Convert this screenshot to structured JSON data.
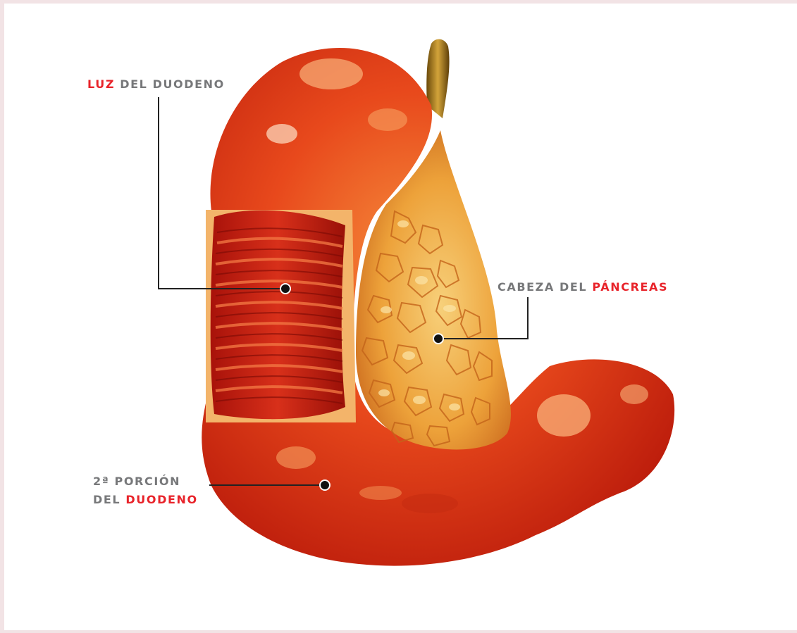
{
  "labels": {
    "luz": {
      "highlight": "LUZ",
      "rest": " DEL DUODENO"
    },
    "cabeza": {
      "rest": "CABEZA DEL ",
      "highlight": "PÁNCREAS"
    },
    "porcion": {
      "line1": "2ª PORCIÓN",
      "line2_rest": "DEL ",
      "line2_highlight": "DUODENO"
    }
  },
  "colors": {
    "highlight": "#e8232a",
    "label_text": "#77787a",
    "frame": "#f2e3e5",
    "duodenum": "#e0441c",
    "pancreas": "#f0a43c"
  }
}
